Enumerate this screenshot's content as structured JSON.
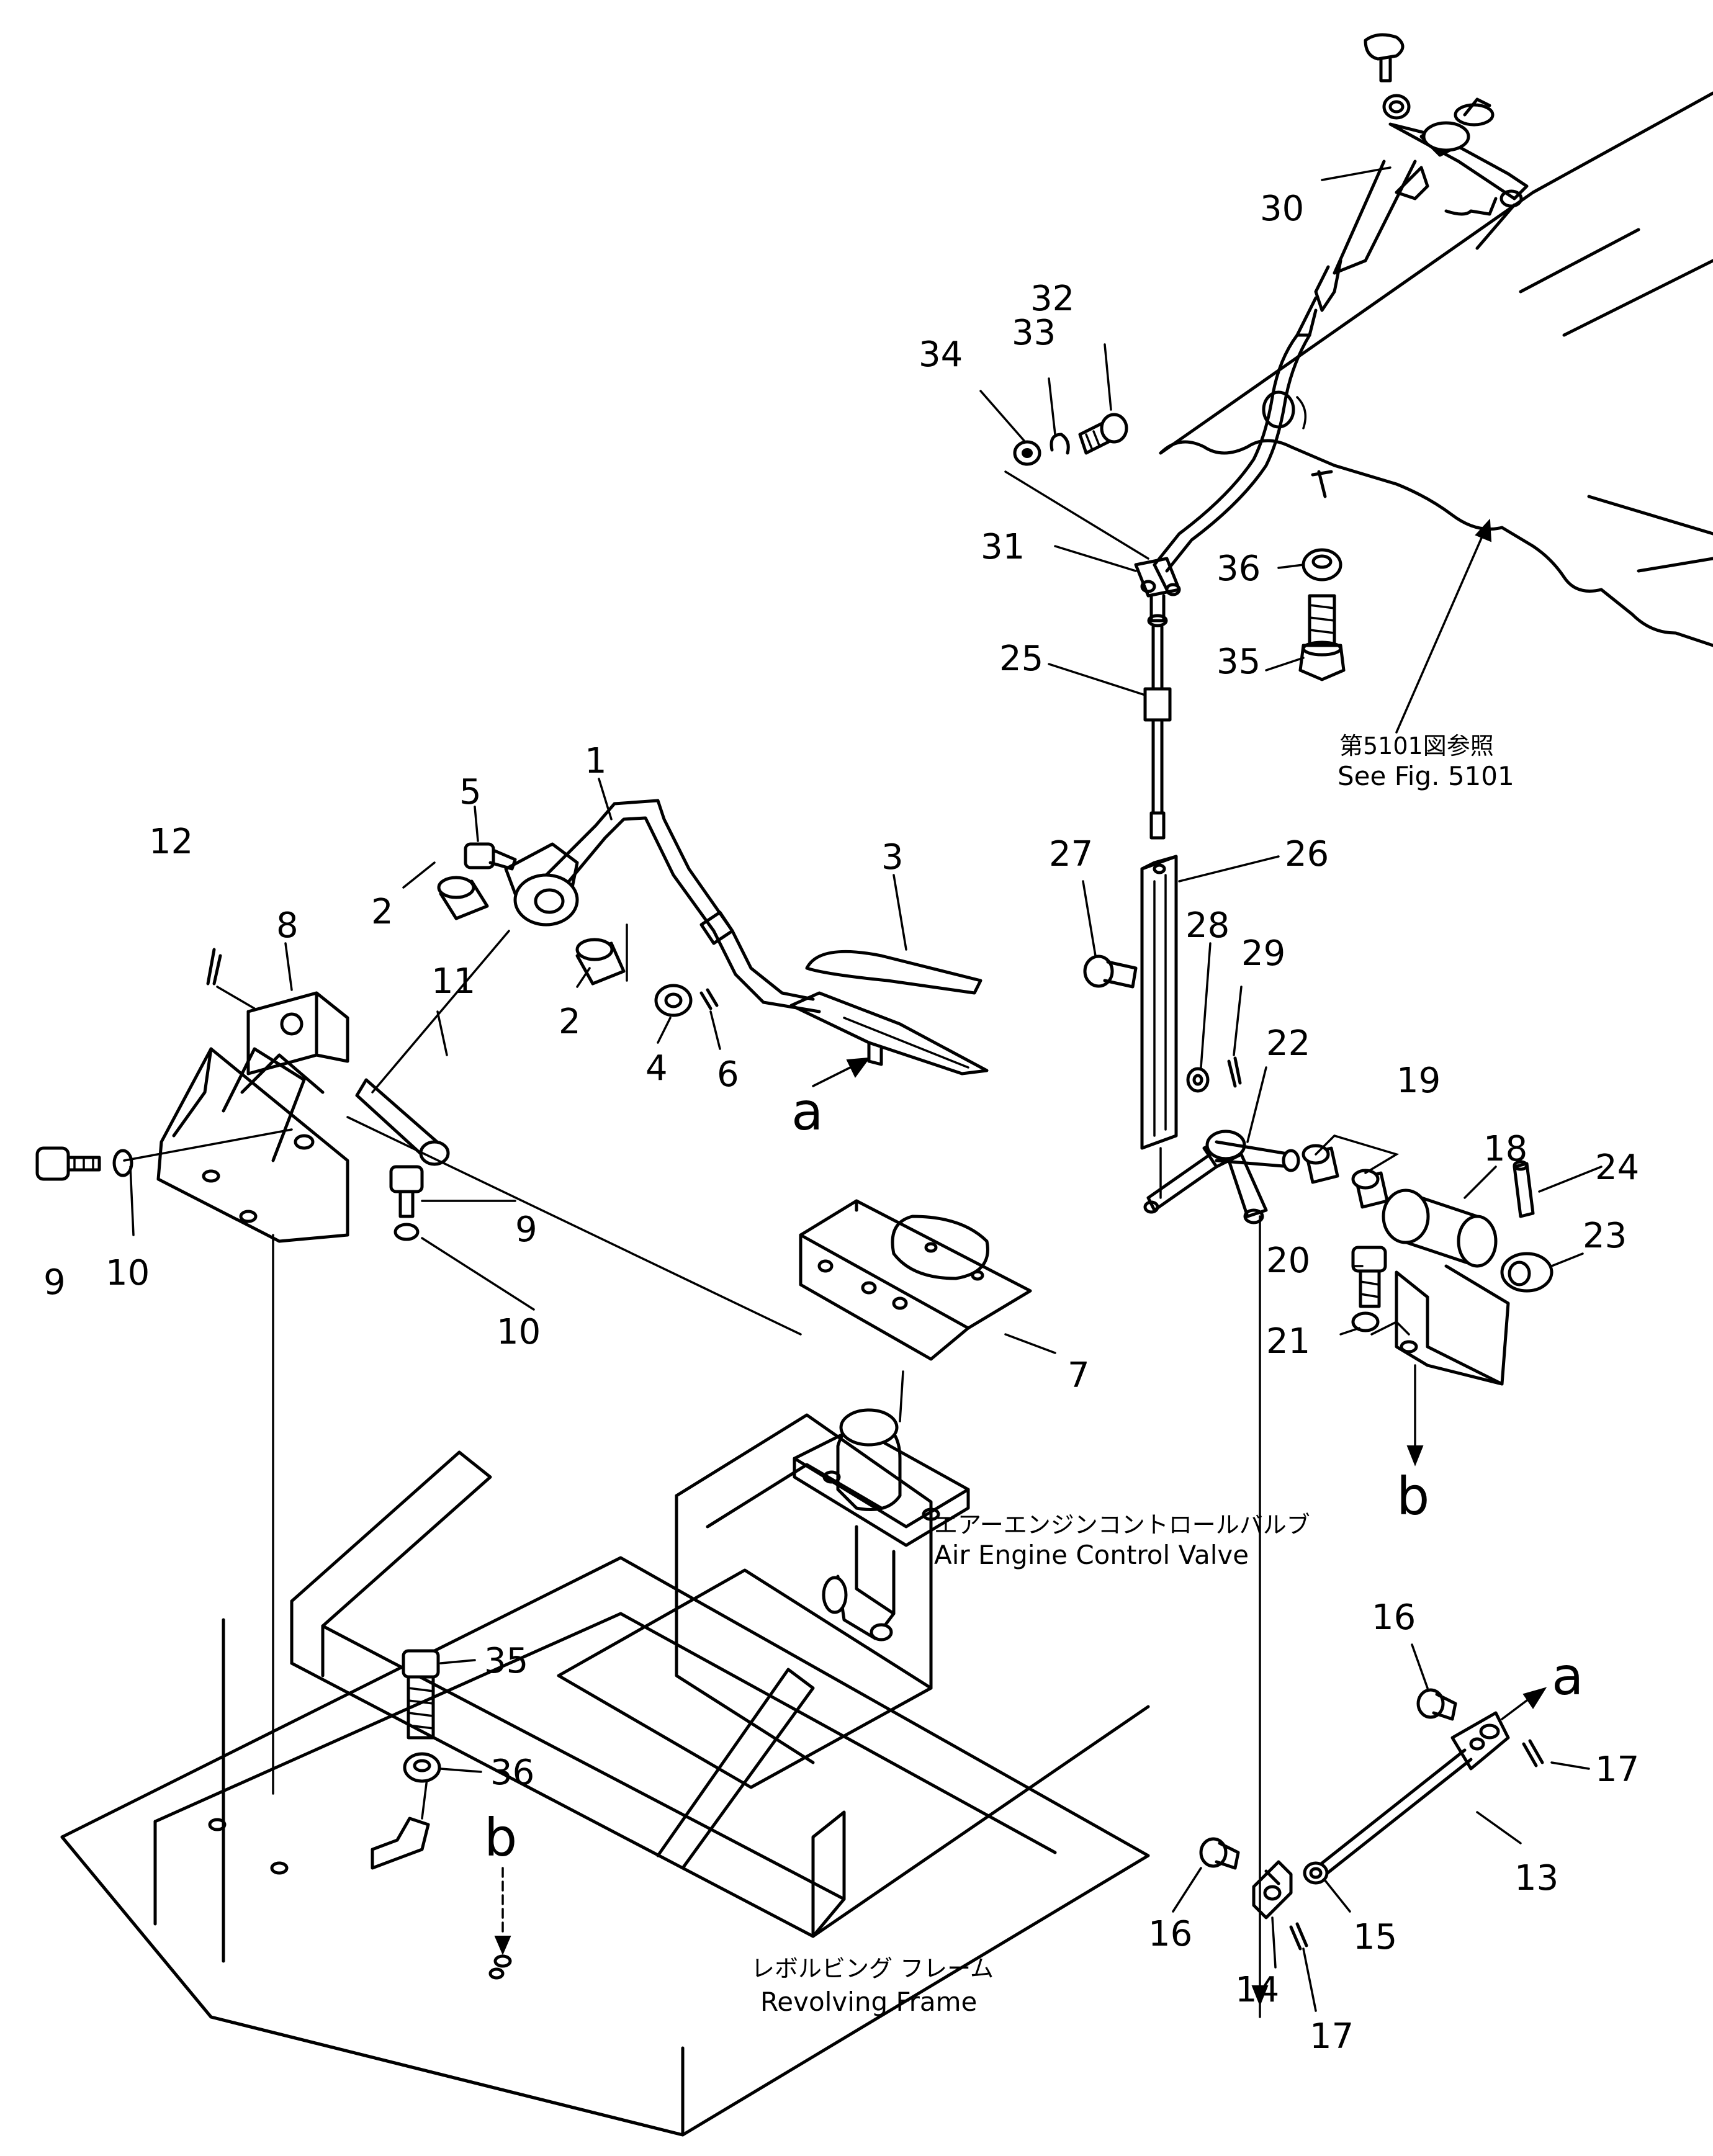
{
  "callouts": {
    "c1": "1",
    "c2a": "2",
    "c2b": "2",
    "c3": "3",
    "c4": "4",
    "c5": "5",
    "c6": "6",
    "c7": "7",
    "c8": "8",
    "c9a": "9",
    "c9b": "9",
    "c10a": "10",
    "c10b": "10",
    "c11": "11",
    "c12": "12",
    "c13": "13",
    "c14": "14",
    "c15": "15",
    "c16a": "16",
    "c16b": "16",
    "c17a": "17",
    "c17b": "17",
    "c18": "18",
    "c19": "19",
    "c20": "20",
    "c21": "21",
    "c22": "22",
    "c23": "23",
    "c24": "24",
    "c25": "25",
    "c26": "26",
    "c27": "27",
    "c28": "28",
    "c29": "29",
    "c30": "30",
    "c31": "31",
    "c32": "32",
    "c33": "33",
    "c34": "34",
    "c35a": "35",
    "c35b": "35",
    "c36a": "36",
    "c36b": "36"
  },
  "view_markers": {
    "a_pedal": "a",
    "a_rod": "a",
    "b_bracket": "b",
    "b_frame": "b"
  },
  "notes": {
    "see_fig_jp": "第5101図参照",
    "see_fig_en": "See Fig. 5101",
    "valve_jp": "エアーエンジンコントロールバルブ",
    "valve_en": "Air Engine Control Valve",
    "frame_jp": "レボルビング フレーム",
    "frame_en": "Revolving Frame"
  }
}
